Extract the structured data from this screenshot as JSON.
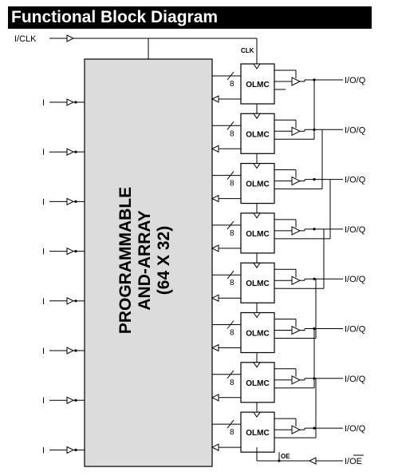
{
  "title": "Functional Block Diagram",
  "array": {
    "line1": "PROGRAMMABLE",
    "line2": "AND-ARRAY",
    "line3": "(64 X 32)"
  },
  "clock_input": "I/CLK",
  "clk_label": "CLK",
  "oe_label": "OE",
  "oe_pin": "I/OE",
  "input_label": "I",
  "input_count": 8,
  "bus_width": "8",
  "olmc_label": "OLMC",
  "olmc_count": 8,
  "output_label": "I/O/Q",
  "output_count": 8
}
